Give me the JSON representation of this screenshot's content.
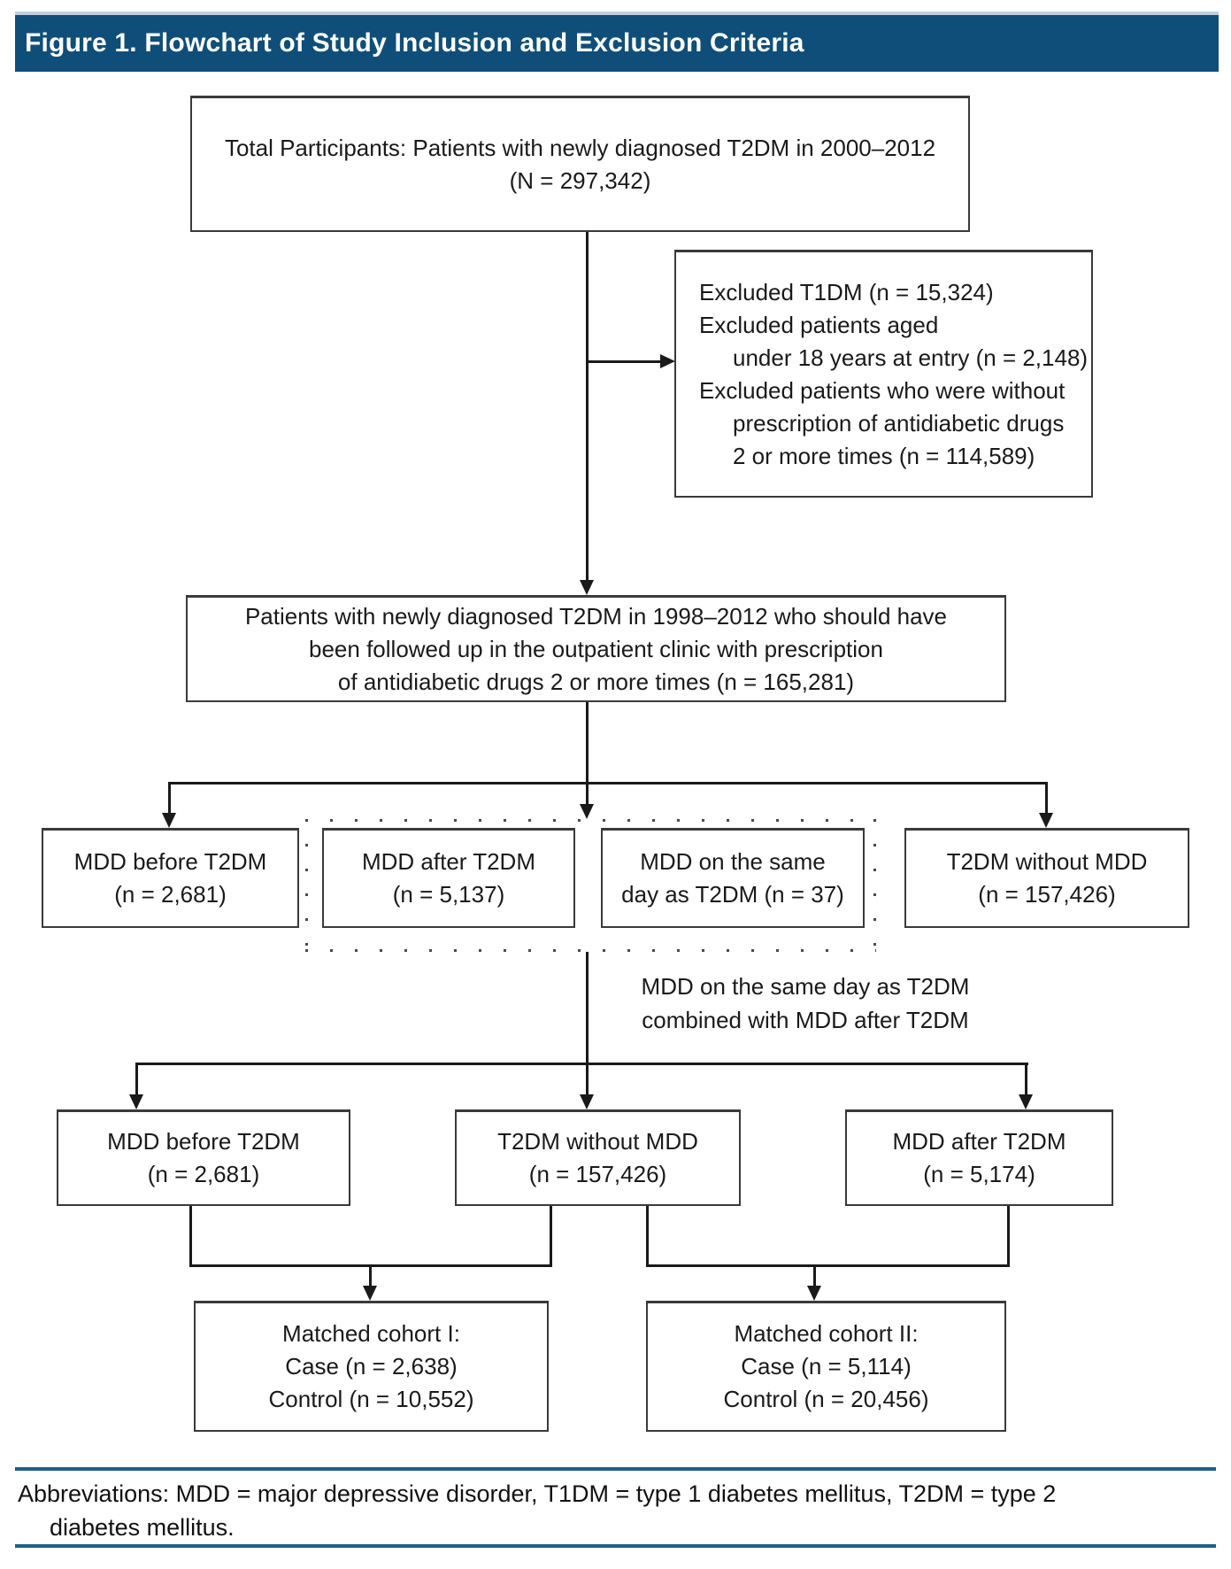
{
  "header": {
    "title": "Figure 1. Flowchart of Study Inclusion and Exclusion Criteria"
  },
  "colors": {
    "header_bg": "#0f4e79",
    "header_highlight": "#bccfdd",
    "footer_rule": "#1e5f88",
    "line": "#1a1a1a",
    "box_border": "#3a3a3a",
    "text": "#1a1a1a"
  },
  "nodes": {
    "total": {
      "lines": [
        "Total Participants: Patients with newly diagnosed T2DM in 2000–2012",
        "(N = 297,342)"
      ]
    },
    "excluded": {
      "lines": [
        "Excluded T1DM (n = 15,324)",
        "Excluded patients aged",
        "under 18 years at entry (n = 2,148)",
        "Excluded patients who were without",
        "prescription of antidiabetic drugs",
        "2 or more times (n = 114,589)"
      ]
    },
    "followed": {
      "lines": [
        "Patients with newly diagnosed T2DM in 1998–2012 who should have",
        "been followed up in the outpatient clinic with prescription",
        "of antidiabetic drugs 2 or more times (n = 165,281)"
      ]
    },
    "mdd_before_a": {
      "lines": [
        "MDD before T2DM",
        "(n = 2,681)"
      ]
    },
    "mdd_after_a": {
      "lines": [
        "MDD after T2DM",
        "(n = 5,137)"
      ]
    },
    "mdd_same_day": {
      "lines": [
        "MDD on the same",
        "day as T2DM (n = 37)"
      ]
    },
    "t2dm_without_a": {
      "lines": [
        "T2DM without MDD",
        "(n = 157,426)"
      ]
    },
    "combine_note": {
      "lines": [
        "MDD on the same day as T2DM",
        "combined with MDD after T2DM"
      ]
    },
    "mdd_before_b": {
      "lines": [
        "MDD before T2DM",
        "(n = 2,681)"
      ]
    },
    "t2dm_without_b": {
      "lines": [
        "T2DM without MDD",
        "(n = 157,426)"
      ]
    },
    "mdd_after_b": {
      "lines": [
        "MDD after T2DM",
        "(n = 5,174)"
      ]
    },
    "cohort1": {
      "lines": [
        "Matched cohort I:",
        "Case (n = 2,638)",
        "Control (n = 10,552)"
      ]
    },
    "cohort2": {
      "lines": [
        "Matched cohort II:",
        "Case (n = 5,114)",
        "Control (n = 20,456)"
      ]
    }
  },
  "footer": {
    "lines": [
      "Abbreviations: MDD = major depressive disorder, T1DM = type 1 diabetes mellitus, T2DM = type 2",
      "diabetes mellitus."
    ]
  }
}
